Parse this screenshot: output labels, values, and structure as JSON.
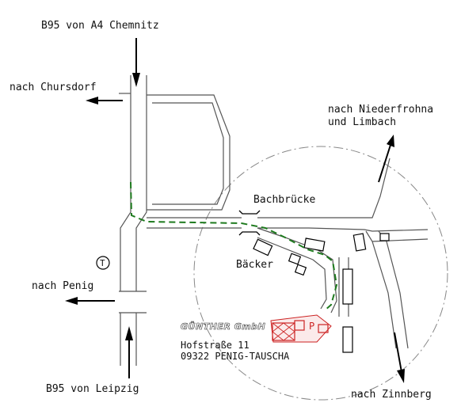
{
  "labels": {
    "north": "B95 von A4 Chemnitz",
    "west_top": "nach Chursdorf",
    "northeast_line1": "nach Niederfrohna",
    "northeast_line2": "und Limbach",
    "bridge": "Bachbrücke",
    "baker": "Bäcker",
    "west_bottom": "nach Penig",
    "southeast": "nach Zinnberg",
    "south": "B95 von Leipzig",
    "company_logo": "GÜNTHER GmbH",
    "address_street": "Hofstraße 11",
    "address_city": "09322 PENIG-TAUSCHA",
    "parking": "P",
    "station_symbol": "T"
  },
  "colors": {
    "roads": "#555555",
    "route": "#1e7a1e",
    "company": "#cc2222",
    "arrows": "#000000"
  },
  "icons": {
    "station": "circled-t-icon",
    "parking": "parking-p-icon"
  }
}
